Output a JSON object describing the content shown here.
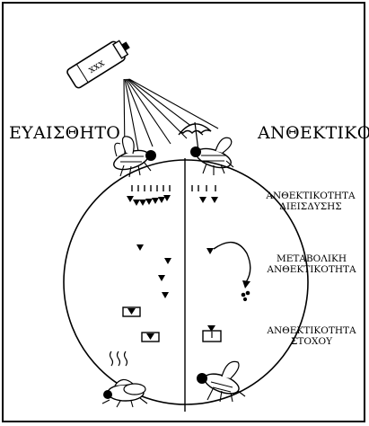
{
  "labels": {
    "susceptible": "ΕΥΑΙΣΘΗΤΟ",
    "resistant": "ΑΝΘΕΚΤΙΚΟ"
  },
  "mechanisms": [
    {
      "line1": "ΑΝΘΕΚΤΙΚΟΤΗΤΑ",
      "line2": "ΔΙΕΙΣΔΥΣΗΣ"
    },
    {
      "line1": "ΜΕΤΑΒΟΛΙΚΗ",
      "line2": "ΑΝΘΕΚΤΙΚΟΤΗΤΑ"
    },
    {
      "line1": "ΑΝΘΕΚΤΙΚΟΤΗΤΑ",
      "line2": "ΣΤΟΧΟΥ"
    }
  ],
  "spray_can_text": "xxx",
  "colors": {
    "ink": "#000000",
    "background": "#ffffff",
    "frame": "#000000"
  }
}
